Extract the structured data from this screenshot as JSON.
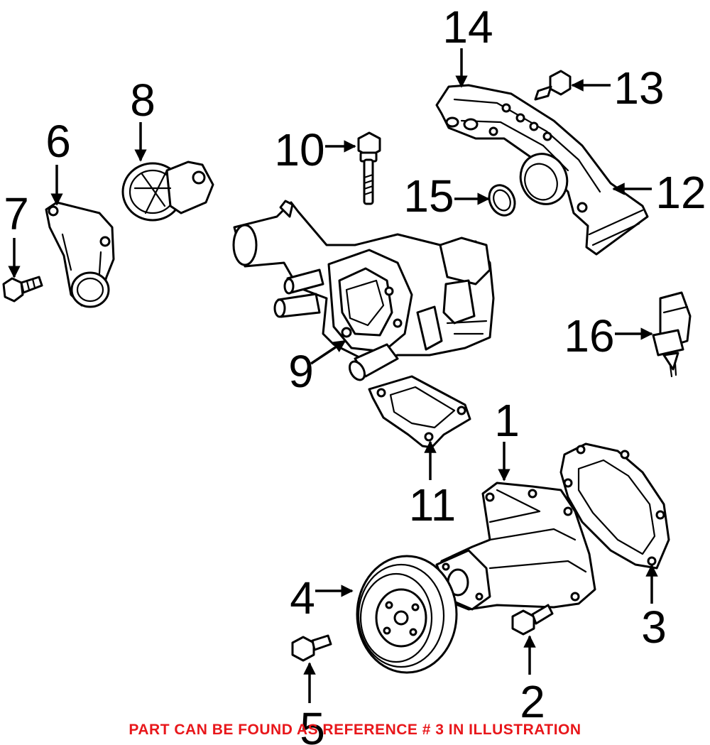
{
  "callouts": {
    "c1": "1",
    "c2": "2",
    "c3": "3",
    "c4": "4",
    "c5": "5",
    "c6": "6",
    "c7": "7",
    "c8": "8",
    "c9": "9",
    "c10": "10",
    "c11": "11",
    "c12": "12",
    "c13": "13",
    "c14": "14",
    "c15": "15",
    "c16": "16"
  },
  "footer_note": "PART CAN BE FOUND AS REFERENCE # 3 IN ILLUSTRATION",
  "colors": {
    "line": "#000000",
    "note": "#e8171b",
    "background": "#ffffff"
  }
}
